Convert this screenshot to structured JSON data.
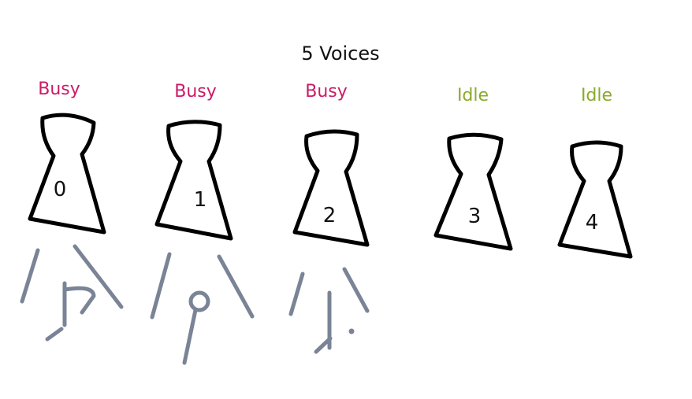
{
  "title": "5 Voices",
  "colors": {
    "busy": "#cc1a66",
    "idle": "#8aab2a",
    "outline": "#000000",
    "note": "#7a8496"
  },
  "voices": [
    {
      "number": "0",
      "status": "Busy",
      "state": "busy",
      "playing_note": true
    },
    {
      "number": "1",
      "status": "Busy",
      "state": "busy",
      "playing_note": true
    },
    {
      "number": "2",
      "status": "Busy",
      "state": "busy",
      "playing_note": true
    },
    {
      "number": "3",
      "status": "Idle",
      "state": "idle",
      "playing_note": false
    },
    {
      "number": "4",
      "status": "Idle",
      "state": "idle",
      "playing_note": false
    }
  ]
}
